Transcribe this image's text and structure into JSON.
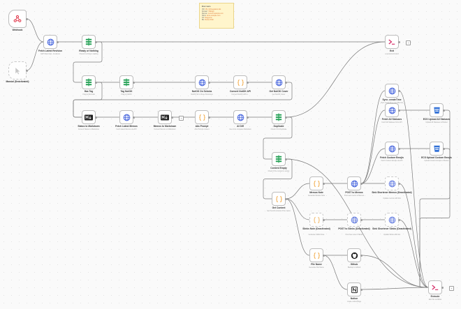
{
  "sticky": {
    "title": "Env vars",
    "lines": [
      {
        "k": "VM:",
        "v": "VM_ID/integration-link"
      },
      {
        "k": "Domain:",
        "v": "JSRogg"
      },
      {
        "k": "Memos:",
        "v": "memos.example.com"
      },
      {
        "k": "Slims:",
        "v": "slims.example.com"
      },
      {
        "k": "S3:",
        "v": "bloggyone"
      },
      {
        "k": "BU:",
        "v": "Bucket Path"
      }
    ]
  },
  "nodes": {
    "webhook": {
      "label": "Webhook",
      "sub": "",
      "icon": "webhook-icon"
    },
    "manual": {
      "label": "Manual (Deactivated)",
      "sub": "",
      "icon": "cursor-icon"
    },
    "fetch_latest": {
      "label": "Fetch Latest Revision",
      "sub": "GET https://api.../revisions",
      "icon": "globe-icon"
    },
    "ready": {
      "label": "Ready or Nothing",
      "sub": "Check if a thing is waiting",
      "icon": "switch-icon"
    },
    "exit": {
      "label": "Exit",
      "sub": "executeCommand",
      "icon": "terminal-icon"
    },
    "has_tag": {
      "label": "Has Tag",
      "sub": "If tag is #to-book",
      "icon": "switch-icon"
    },
    "tag_notion": {
      "label": "Tag NotOK",
      "sub": "If tag is NotOK",
      "icon": "switch-icon"
    },
    "notok_on_s": {
      "label": "NotOK On Selecta",
      "sub": "NotOK S3 in those Structures",
      "icon": "globe-icon"
    },
    "convert_notok": {
      "label": "Convert NotOK API",
      "sub": "Convert NotOK API to ..",
      "icon": "code-icon"
    },
    "get_notok": {
      "label": "Get NotOK Cover",
      "sub": "Get NotOK Cover",
      "icon": "globe-icon"
    },
    "status_md": {
      "label": "Status to Markdown",
      "sub": "Convert Status to Markdown",
      "icon": "md-icon"
    },
    "fetch_memos": {
      "label": "Fetch Latest Memos",
      "sub": "Fetch latest Memos via API",
      "icon": "globe-icon"
    },
    "memos_md": {
      "label": "Memos to Markdown",
      "sub": "Convert Memos to Markdown",
      "icon": "md-icon"
    },
    "abs_prompt": {
      "label": "Abs Prompt",
      "sub": "Abs Prompt content",
      "icon": "code-icon"
    },
    "ai_diff": {
      "label": "AI Diff",
      "sub": "Use AI to compare Markdown",
      "icon": "globe-icon"
    },
    "duplicate": {
      "label": "Duplicate",
      "sub": "Check if it's Duplicate",
      "icon": "switch-icon"
    },
    "content_empty": {
      "label": "Content Empty",
      "sub": "Check if the content is empty",
      "icon": "switch-icon"
    },
    "sync_create": {
      "label": "Sync .createTime",
      "sub": "Sync createTime from Memos",
      "icon": "globe-icon"
    },
    "fetch_all": {
      "label": "Fetch All Statuses",
      "sub": "Fetch All Statuses from API",
      "icon": "globe-icon"
    },
    "fetch_custom": {
      "label": "Fetch Custom Emojis",
      "sub": "Fetch Custom Emojis via API",
      "icon": "globe-icon"
    },
    "s3_all": {
      "label": "ECS Upload All Statuses",
      "sub": "Upload All Statuses to Bucket",
      "icon": "bucket-icon"
    },
    "s3_custom": {
      "label": "ECS Upload Custom Emojis",
      "sub": "Upload Custom Emojis to Bucket",
      "icon": "bucket-icon"
    },
    "memos_note": {
      "label": "Memos Note",
      "sub": "Generate Memos Note",
      "icon": "code-icon"
    },
    "post_memos": {
      "label": "POST to Memos",
      "sub": "Post new memo in Memos",
      "icon": "globe-icon"
    },
    "sink_memos": {
      "label": "Sink Shortener Memos (Deactivated)",
      "sub": "Update memos with link",
      "icon": "globe-icon"
    },
    "get_content": {
      "label": "Get Content",
      "sub": "Get the full content of the memo",
      "icon": "code-icon"
    },
    "slinks_note": {
      "label": "Slinks Note (Deactivated)",
      "sub": "Generate Slinks Note",
      "icon": "code-icon"
    },
    "post_slinks": {
      "label": "POST to Slinks (Deactivated)",
      "sub": "Post new note in Slinks",
      "icon": "globe-icon"
    },
    "sink_slinks": {
      "label": "Sink Shortener Slinks (Deactivated)",
      "sub": "Update Slinks with link",
      "icon": "globe-icon"
    },
    "file_name": {
      "label": "File Name",
      "sub": "Generate File Name",
      "icon": "code-icon"
    },
    "github": {
      "label": "Github",
      "sub": "Backup to Github",
      "icon": "github-icon"
    },
    "notion": {
      "label": "Notion",
      "sub": "create notion/Page",
      "icon": "notion-icon"
    },
    "execute": {
      "label": "Execute",
      "sub": "Exit this workflow",
      "icon": "terminal-icon"
    }
  },
  "colors": {
    "accent_green": "#2aa35a",
    "http_blue": "#3b5bdb",
    "code_orange": "#f0a43a",
    "s3_blue": "#2f6fd6",
    "terminal_red": "#d6336c",
    "webhook_red": "#e0384b",
    "edge_grey": "#7a7a7a"
  }
}
